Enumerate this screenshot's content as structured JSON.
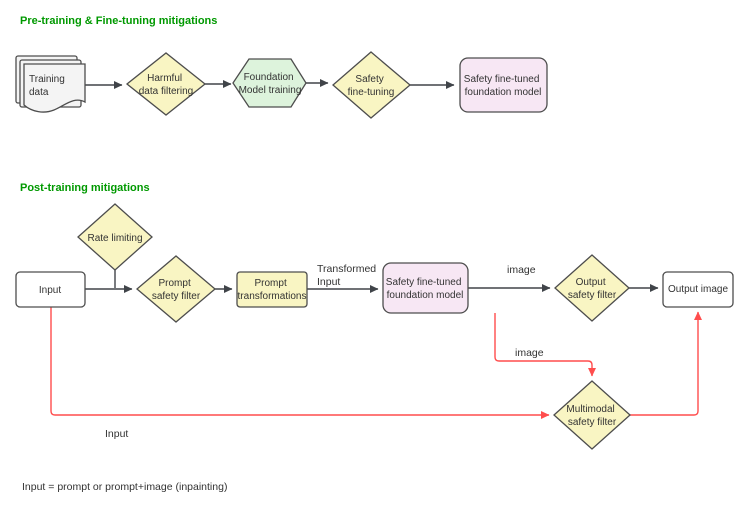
{
  "titles": {
    "pretraining": "Pre-training & Fine-tuning mitigations",
    "posttraining": "Post-training mitigations"
  },
  "nodes": {
    "training_data": {
      "line1": "Training",
      "line2": "data"
    },
    "harmful_filtering": {
      "line1": "Harmful",
      "line2": "data filtering"
    },
    "foundation_training": {
      "line1": "Foundation",
      "line2": "Model training"
    },
    "safety_finetuning": {
      "line1": "Safety",
      "line2": "fine-tuning"
    },
    "safety_finetuned_top": {
      "line1": "Safety fine-tuned",
      "line2": "foundation model"
    },
    "rate_limiting": {
      "line1": "Rate limiting"
    },
    "input": {
      "line1": "Input"
    },
    "prompt_safety_filter": {
      "line1": "Prompt",
      "line2": "safety filter"
    },
    "prompt_transformations": {
      "line1": "Prompt",
      "line2": "transformations"
    },
    "safety_finetuned_bottom": {
      "line1": "Safety fine-tuned",
      "line2": "foundation model"
    },
    "output_safety_filter": {
      "line1": "Output",
      "line2": "safety filter"
    },
    "output_image": {
      "line1": "Output image"
    },
    "multimodal_safety_filter": {
      "line1": "Multimodal",
      "line2": "safety filter"
    }
  },
  "edge_labels": {
    "transformed_input_line1": "Transformed",
    "transformed_input_line2": "Input",
    "image_top": "image",
    "image_red": "image",
    "input_red": "Input"
  },
  "note": "Input = prompt or prompt+image (inpainting)",
  "colors": {
    "title_green": "#009900",
    "diamond_yellow": "#F9F5C3",
    "hexagon_green": "#DDF3DC",
    "model_pink": "#F7E7F4",
    "doc_gray": "#F4F4F4",
    "box_white": "#FFFFFF",
    "edge_dark": "#404449",
    "edge_red": "#FF4D4D",
    "shape_border": "#4D4D4D",
    "text_dark": "#333333"
  }
}
